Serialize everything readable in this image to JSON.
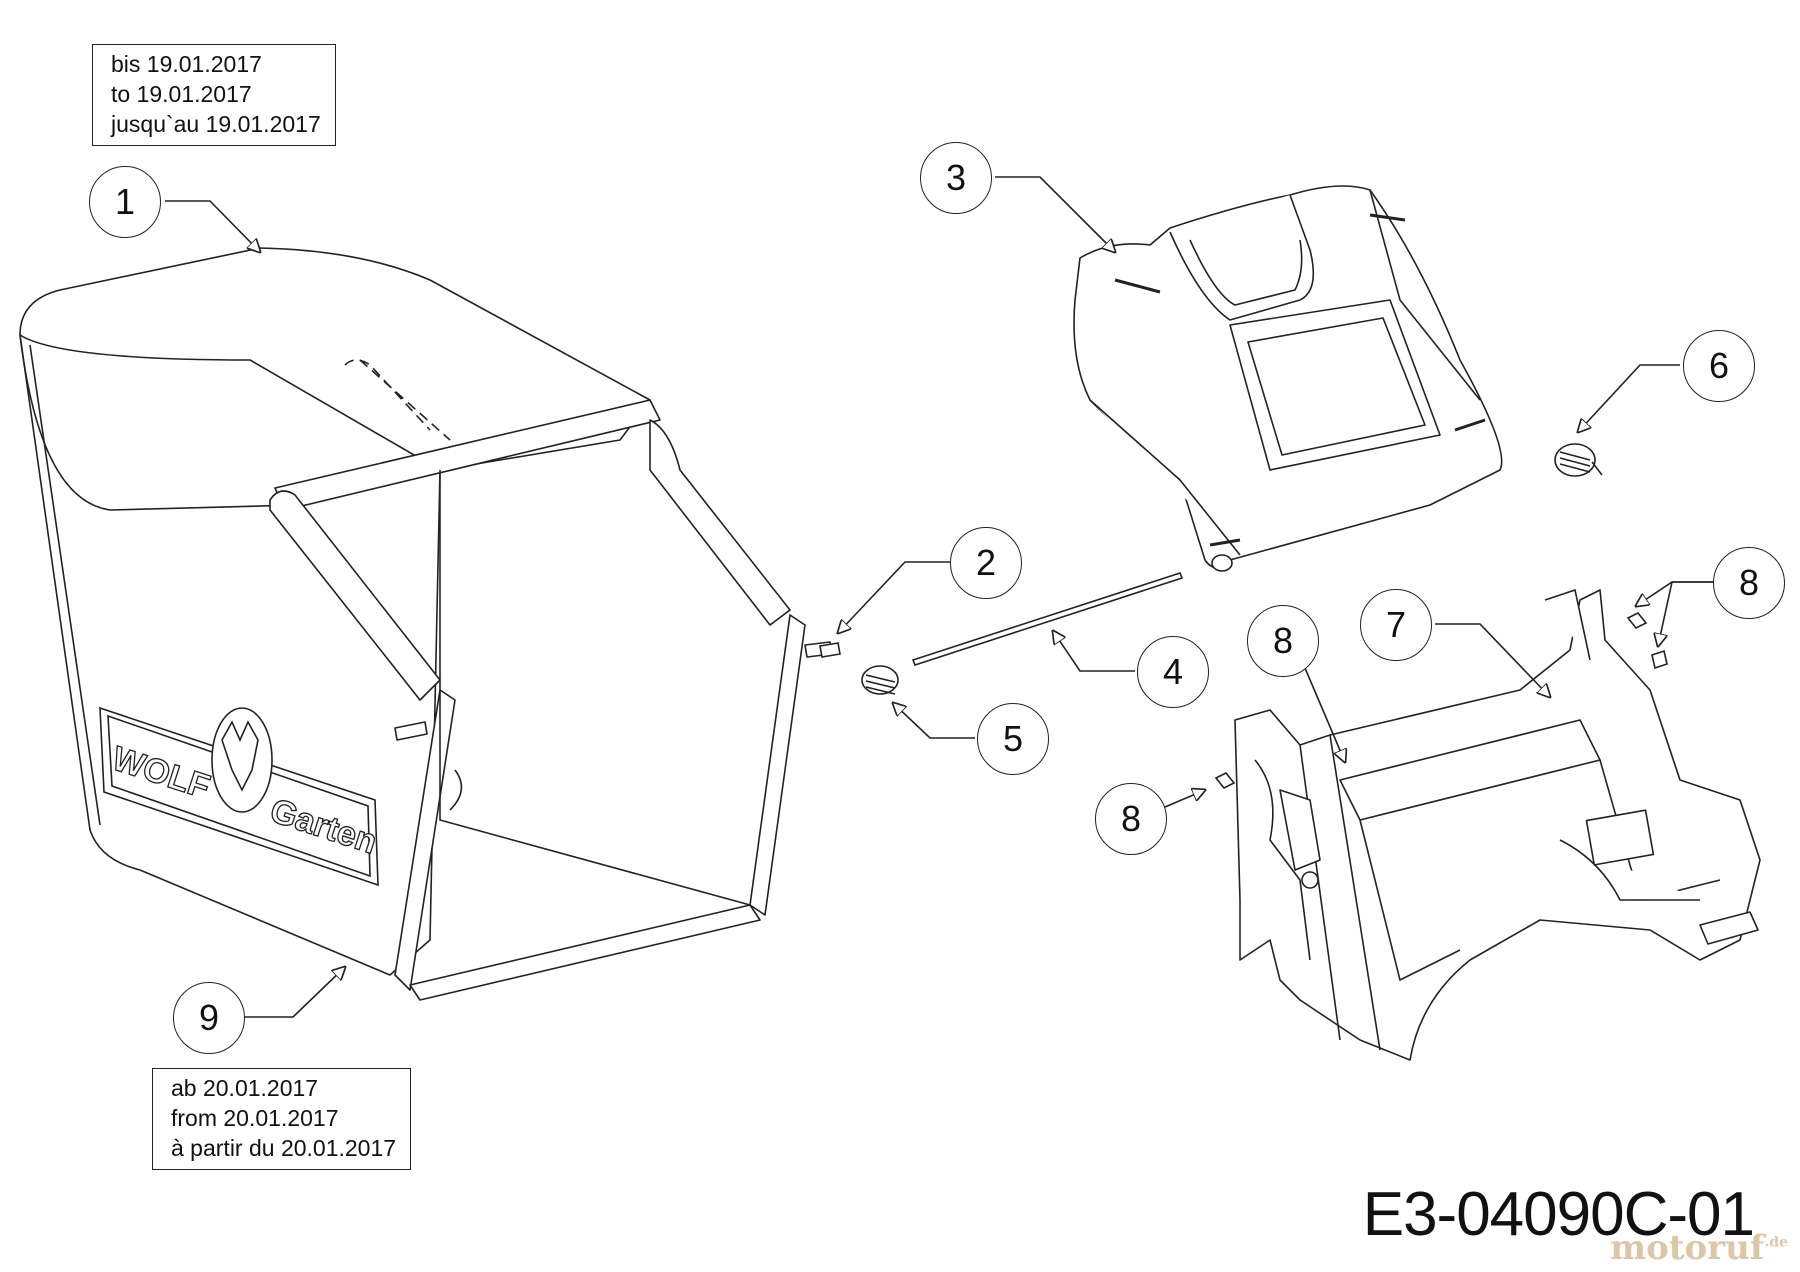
{
  "note_until": {
    "lines": [
      "bis 19.01.2017",
      "to 19.01.2017",
      "jusqu`au 19.01.2017"
    ]
  },
  "note_from": {
    "lines": [
      "ab 20.01.2017",
      "from 20.01.2017",
      "à partir du 20.01.2017"
    ]
  },
  "callouts": [
    "1",
    "2",
    "3",
    "4",
    "5",
    "6",
    "7",
    "8",
    "8",
    "8",
    "9"
  ],
  "drawing_code": "E3-04090C-01",
  "logo": {
    "word1": "WOLF",
    "word2": "Garten"
  },
  "watermark": {
    "name": "motoruf",
    "tld": ".de"
  }
}
